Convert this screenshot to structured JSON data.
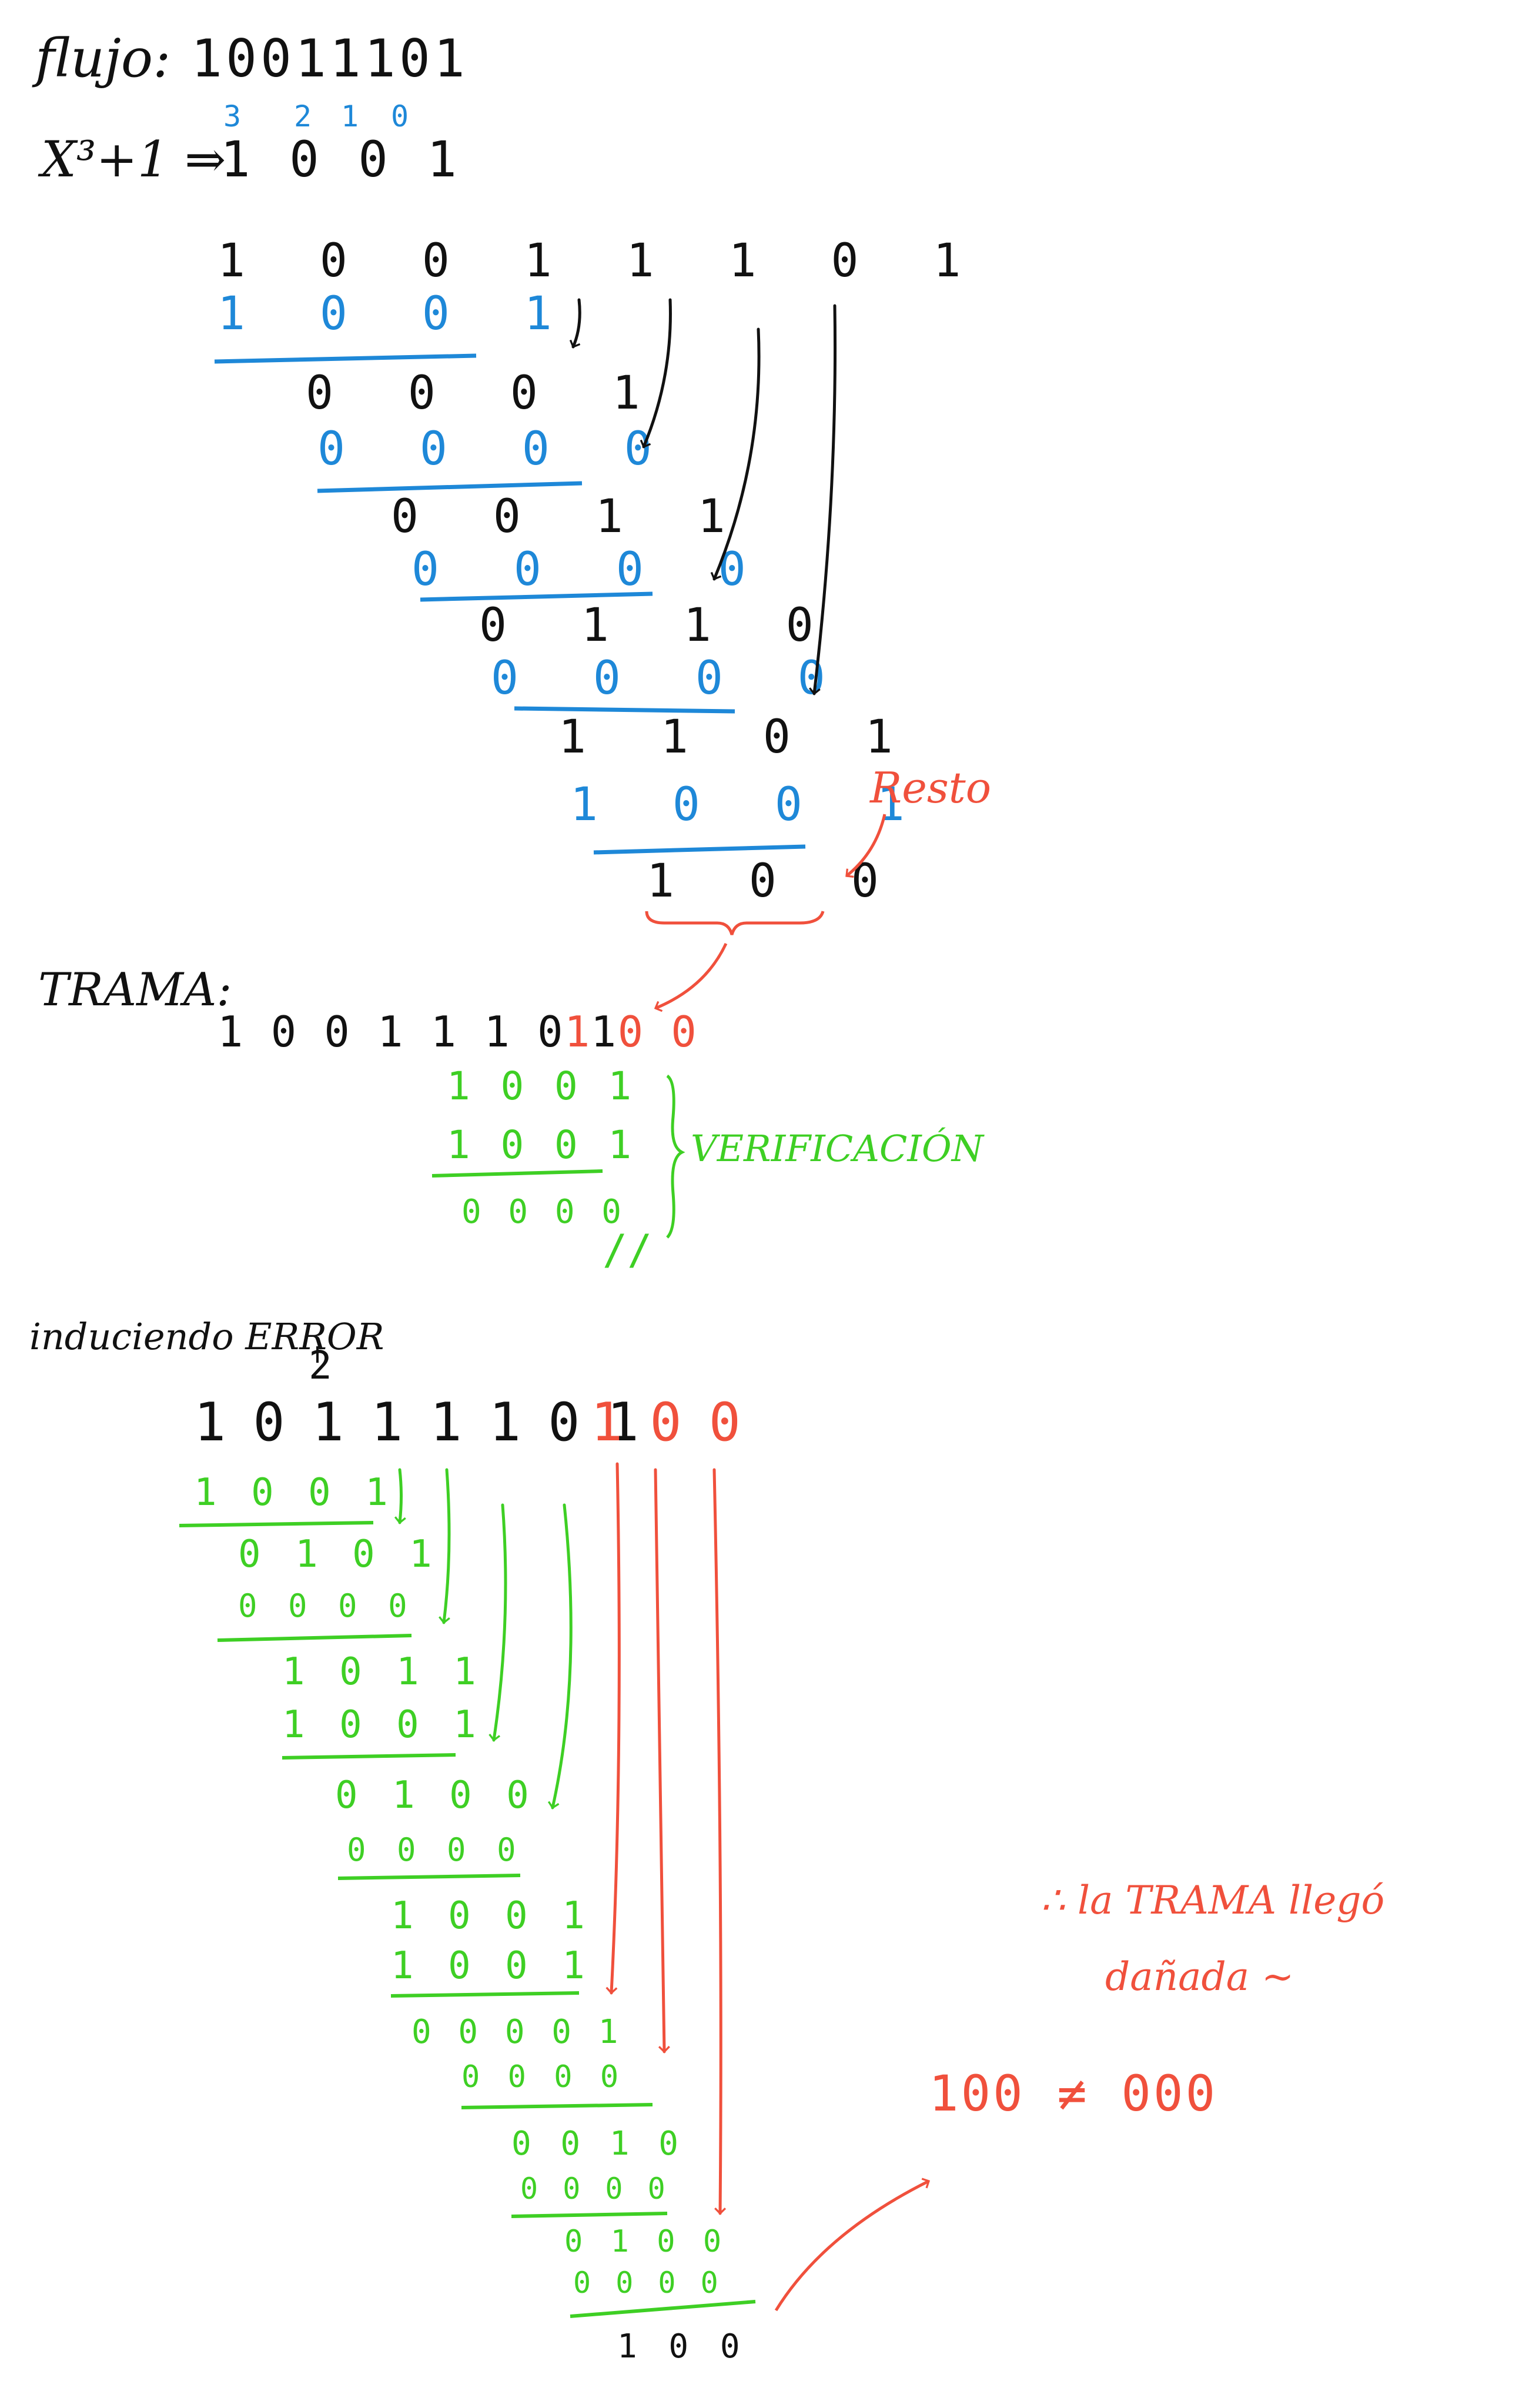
{
  "colors": {
    "black": "#111111",
    "blue": "#1e88d8",
    "red": "#f0503c",
    "green": "#3ecf24"
  },
  "header": {
    "flujo_label": "flujo:",
    "flujo_value": "10011101",
    "degree_labels": [
      "3",
      "2",
      "1",
      "0"
    ],
    "polynomial": "X³+1 ⇒",
    "generator_bits": "1 0 0 1"
  },
  "division1": {
    "rows": [
      {
        "bits": "1 0 0 1 1 1 0 1",
        "color": "black"
      },
      {
        "bits": "1 0 0 1",
        "color": "blue"
      },
      {
        "bits": "0 0 0 1",
        "color": "black"
      },
      {
        "bits": "0 0 0 0",
        "color": "blue"
      },
      {
        "bits": "0 0 1 1",
        "color": "black"
      },
      {
        "bits": "0 0 0 0",
        "color": "blue"
      },
      {
        "bits": "0 1 1 0",
        "color": "black"
      },
      {
        "bits": "0 0 0 0",
        "color": "blue"
      },
      {
        "bits": "1 1 0 1",
        "color": "black"
      },
      {
        "bits": "1 0 0 1",
        "color": "blue"
      },
      {
        "bits": "1 0 0",
        "color": "black"
      }
    ],
    "resto_label": "Resto"
  },
  "trama": {
    "label": "TRAMA:",
    "data_bits": "1 0 0 1 1 1 0 1",
    "crc_bits": "1 0 0",
    "verification_rows": [
      "1 0 0 1",
      "1 0 0 1",
      "0 0 0 0"
    ],
    "verification_label": "VERIFICACIÓN",
    "check_mark": "//"
  },
  "error_section": {
    "title": "induciendo ERROR",
    "bit_position": "2",
    "data_bits": "1 0 1 1 1 1 0 1",
    "crc_bits": "1 0 0",
    "rows": [
      "1 0 0 1",
      "0 1 0 1",
      "0 0 0 0",
      "1 0 1 1",
      "1 0 0 1",
      "0 1 0 0",
      "0 0 0 0",
      "1 0 0 1",
      "1 0 0 1",
      "0 0 0 0 1",
      "0 0 0 0",
      "0 0 1 0",
      "0 0 0 0",
      "0 1 0 0",
      "0 0 0 0",
      "1 0 0"
    ],
    "conclusion_line1": "∴ la TRAMA llegó",
    "conclusion_line2": "dañada ~",
    "comparison": "100 ≠ 000"
  }
}
